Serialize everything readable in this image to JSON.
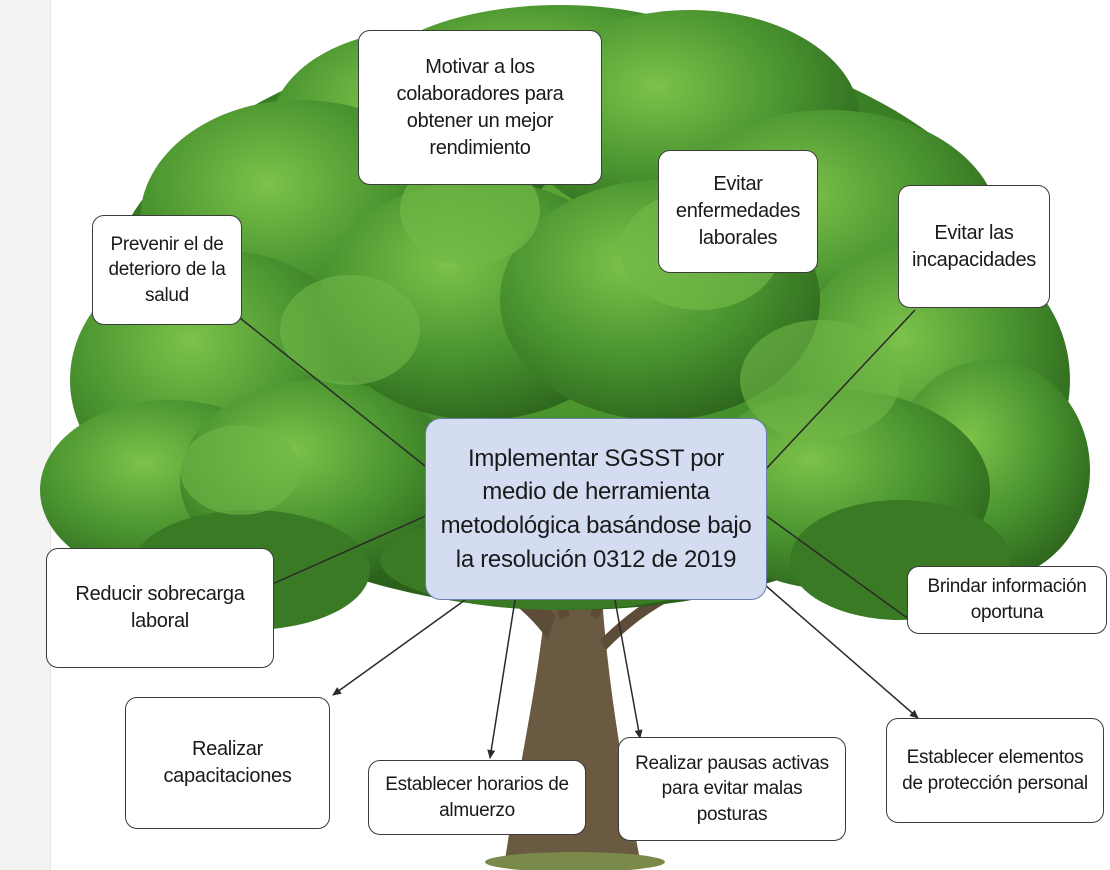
{
  "diagram": {
    "center": "Implementar SGSST por medio de herramienta metodológica basándose bajo la resolución 0312 de 2019",
    "branches": {
      "motivar": "Motivar a los colaboradores para obtener un mejor rendimiento",
      "prevenir": "Prevenir el de deterioro de la salud",
      "evitar_enfermedades": "Evitar enfermedades laborales",
      "evitar_incapacidades": "Evitar las incapacidades",
      "reducir": "Reducir sobrecarga laboral",
      "brindar": "Brindar información oportuna",
      "capacitaciones": "Realizar capacitaciones",
      "horarios": "Establecer horarios de almuerzo",
      "pausas": "Realizar pausas activas para evitar malas posturas",
      "proteccion": "Establecer elementos de protección personal"
    }
  },
  "colors": {
    "center_fill": "#d4dcf2",
    "foliage_dark": "#2f6d1f",
    "foliage_light": "#5fa834",
    "trunk": "#6b5a42",
    "connector": "#2a2a2a"
  }
}
